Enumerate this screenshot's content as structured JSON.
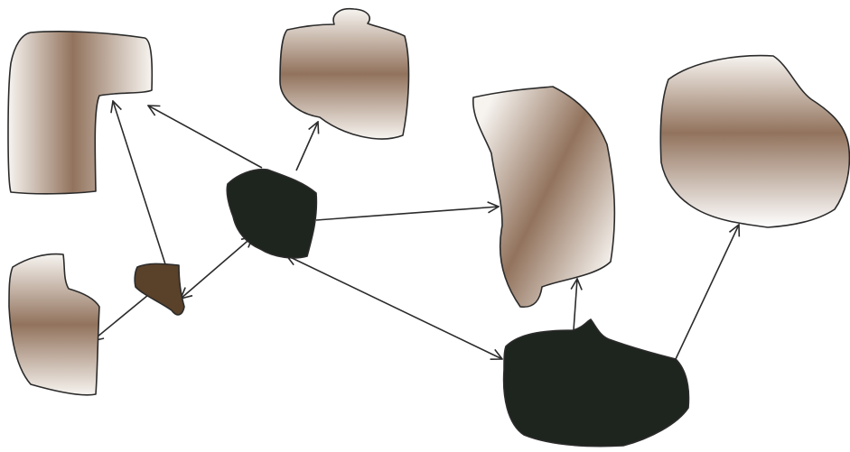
{
  "colors": {
    "background": "#ffffff",
    "outline": "#2b2b2b",
    "brown_mid": "#92735d",
    "brown_light": "#f7f4f0",
    "dark_fill": "#1e241e",
    "small_node_fill": "#5a4129"
  },
  "shapes": [
    {
      "id": "l-shaped-card",
      "fill": "brown-horizontal-gradient"
    },
    {
      "id": "top-jar-shape",
      "fill": "brown-vertical-gradient"
    },
    {
      "id": "tall-slanted-shape",
      "fill": "brown-diagonal-gradient"
    },
    {
      "id": "round-right-shape",
      "fill": "brown-vertical-gradient"
    },
    {
      "id": "lower-left-shape",
      "fill": "brown-vertical-gradient"
    },
    {
      "id": "small-brown-node",
      "fill": "solid-brown"
    },
    {
      "id": "central-dark-node",
      "fill": "solid-dark"
    },
    {
      "id": "bottom-dark-node",
      "fill": "solid-dark"
    }
  ],
  "connections": [
    {
      "from": "central-dark-node",
      "to": "l-shaped-card",
      "arrowheads": "end"
    },
    {
      "from": "central-dark-node",
      "to": "top-jar-shape",
      "arrowheads": "end"
    },
    {
      "from": "central-dark-node",
      "to": "tall-slanted-shape",
      "arrowheads": "end"
    },
    {
      "from": "central-dark-node",
      "to": "bottom-dark-node",
      "arrowheads": "both"
    },
    {
      "from": "central-dark-node",
      "to": "small-brown-node",
      "arrowheads": "both"
    },
    {
      "from": "small-brown-node",
      "to": "l-shaped-card",
      "arrowheads": "end"
    },
    {
      "from": "small-brown-node",
      "to": "lower-left-shape",
      "arrowheads": "end"
    },
    {
      "from": "bottom-dark-node",
      "to": "tall-slanted-shape",
      "arrowheads": "end"
    },
    {
      "from": "bottom-dark-node",
      "to": "round-right-shape",
      "arrowheads": "end"
    }
  ]
}
